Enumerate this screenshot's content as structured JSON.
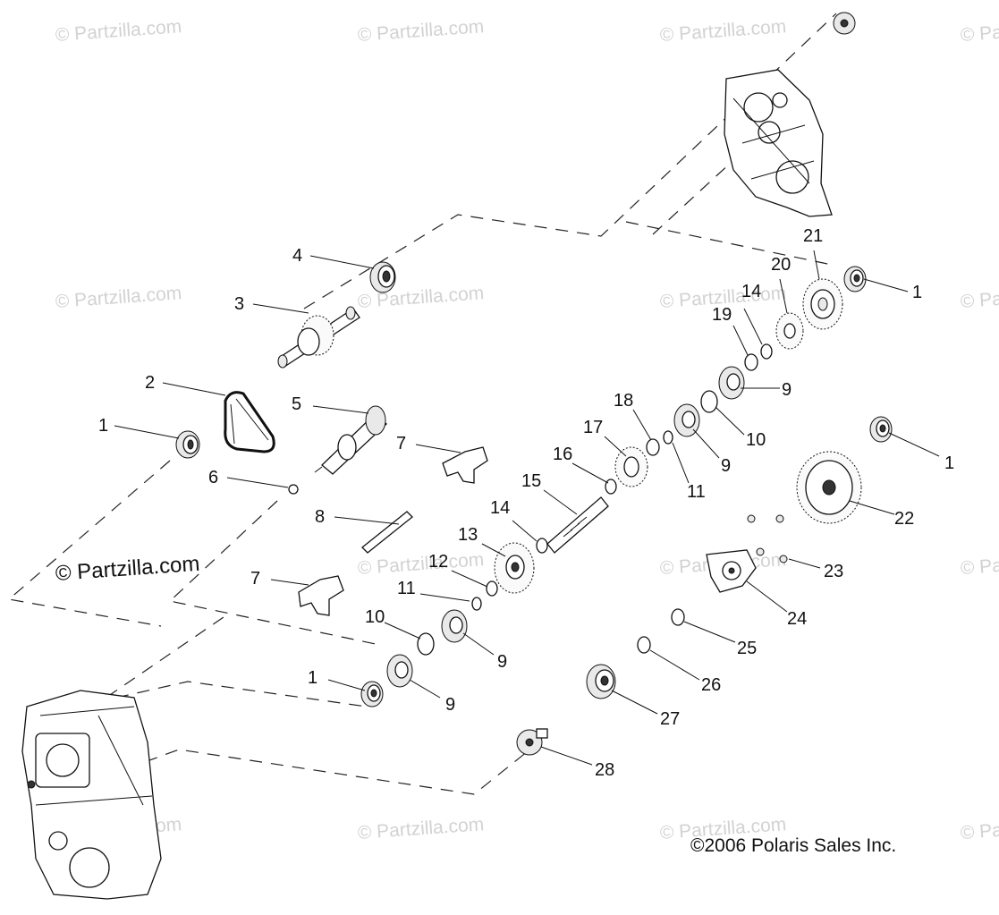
{
  "watermarks": {
    "text": "© Partzilla.com",
    "featured_text": "© Partzilla.com"
  },
  "copyright": "©2006 Polaris Sales Inc.",
  "callouts": {
    "c1a": "1",
    "c1b": "1",
    "c1c": "1",
    "c1d": "1",
    "c2": "2",
    "c3": "3",
    "c4": "4",
    "c5": "5",
    "c6": "6",
    "c7a": "7",
    "c7b": "7",
    "c8": "8",
    "c9a": "9",
    "c9b": "9",
    "c9c": "9",
    "c9d": "9",
    "c10a": "10",
    "c10b": "10",
    "c11a": "11",
    "c11b": "11",
    "c12": "12",
    "c13": "13",
    "c14a": "14",
    "c14b": "14",
    "c15": "15",
    "c16": "16",
    "c17": "17",
    "c18": "18",
    "c19": "19",
    "c20": "20",
    "c21": "21",
    "c22": "22",
    "c23": "23",
    "c24": "24",
    "c25": "25",
    "c26": "26",
    "c27": "27",
    "c28": "28"
  }
}
